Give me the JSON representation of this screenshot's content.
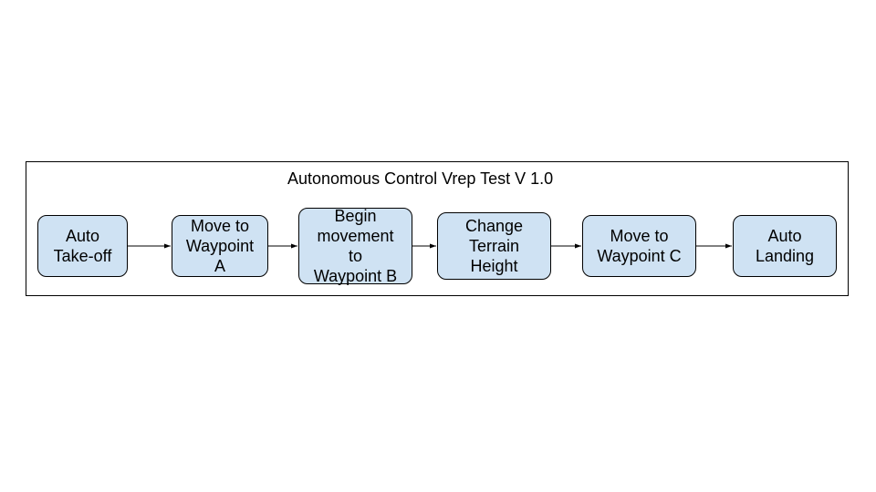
{
  "diagram": {
    "title": "Autonomous Control Vrep Test V 1.0",
    "steps": [
      {
        "label": "Auto\nTake-off"
      },
      {
        "label": "Move to\nWaypoint\nA"
      },
      {
        "label": "Begin\nmovement\nto\nWaypoint B"
      },
      {
        "label": "Change\nTerrain\nHeight"
      },
      {
        "label": "Move to\nWaypoint C"
      },
      {
        "label": "Auto\nLanding"
      }
    ],
    "colors": {
      "node_fill": "#cfe2f3",
      "stroke": "#000000"
    }
  }
}
